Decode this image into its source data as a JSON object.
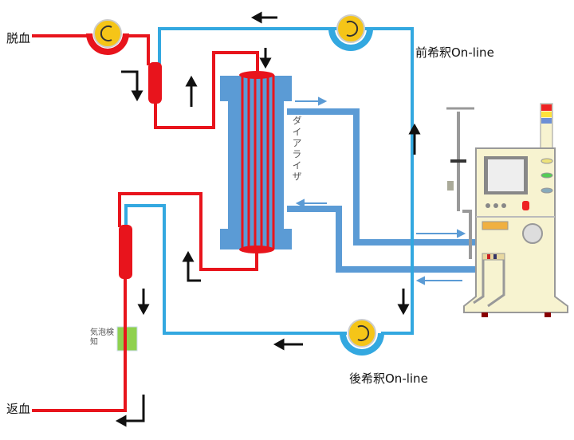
{
  "labels": {
    "blood_out": "脱血",
    "blood_return": "返血",
    "pre_dilution": "前希釈On-line",
    "post_dilution": "後希釈On-line",
    "dialyzer": "ダイアライザ",
    "bubble_detector": "気泡検知"
  },
  "colors": {
    "blood_line": "#e8141c",
    "dilution_line": "#33a8e0",
    "dialysate_line": "#5b9bd5",
    "pump_rotor": "#f5c518",
    "bubble_detector": "#8fd14f",
    "machine_body": "#f7f3d0"
  }
}
